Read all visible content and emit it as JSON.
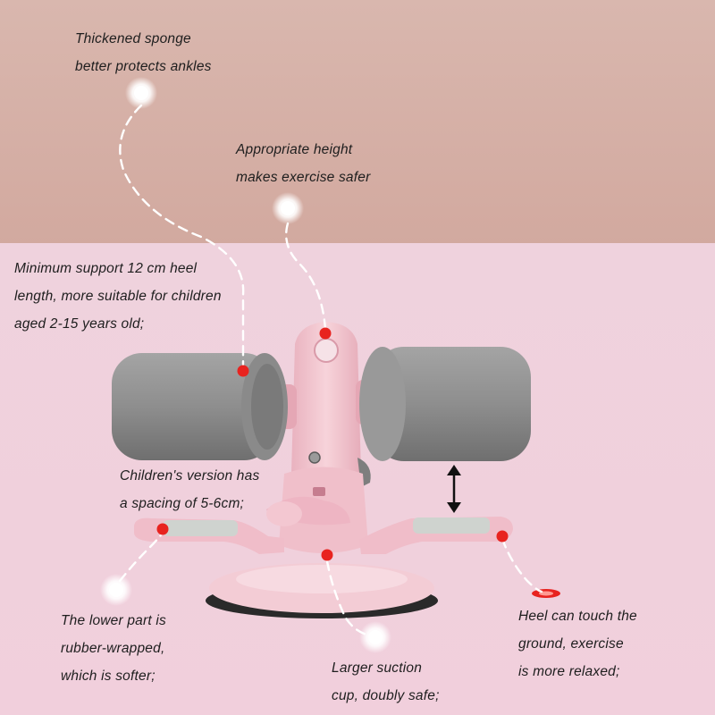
{
  "colors": {
    "wall": "#d7b1a8",
    "floor": "#efcfdb",
    "pink_body": "#f1c3cd",
    "foam": "#8f8f8f",
    "marker_red": "#e8231f",
    "dashed_line": "#ffffff"
  },
  "callouts": [
    {
      "id": "sponge",
      "lines": [
        "Thickened sponge",
        "better protects ankles"
      ]
    },
    {
      "id": "height",
      "lines": [
        "Appropriate height",
        "makes exercise safer"
      ]
    },
    {
      "id": "support",
      "lines": [
        "Minimum support 12 cm heel",
        "length, more suitable for children",
        "aged 2-15 years old;"
      ]
    },
    {
      "id": "spacing",
      "lines": [
        "Children's version has",
        "a spacing of 5-6cm;"
      ]
    },
    {
      "id": "rubber",
      "lines": [
        "The lower part is",
        "rubber-wrapped,",
        "which is softer;"
      ]
    },
    {
      "id": "suction",
      "lines": [
        "Larger suction",
        "cup, doubly safe;"
      ]
    },
    {
      "id": "heel",
      "lines": [
        "Heel can touch the",
        "ground, exercise",
        "is more relaxed;"
      ]
    }
  ]
}
